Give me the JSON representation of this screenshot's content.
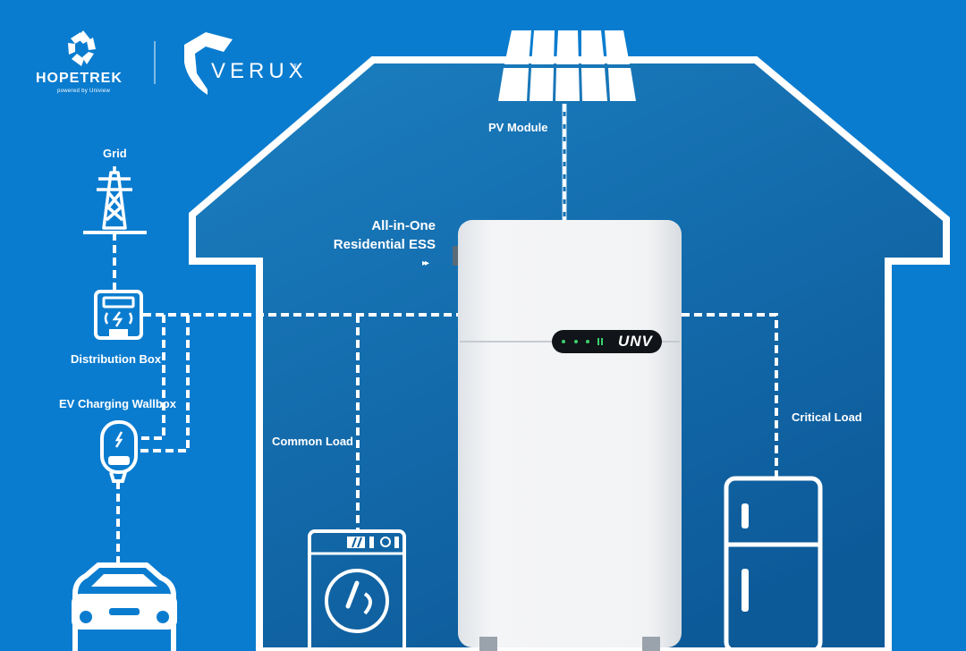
{
  "brand": {
    "hopetrek_name": "HOPETREK",
    "hopetrek_tagline": "powered by Uniview",
    "verux_name": "VERUX",
    "verux_mark": "®"
  },
  "labels": {
    "pv_module": "PV Module",
    "grid": "Grid",
    "distribution_box": "Distribution Box",
    "ev_wallbox": "EV Charging Wallbox",
    "common_load": "Common Load",
    "critical_load": "Critical Load",
    "ess_line1": "All-in-One",
    "ess_line2": "Residential ESS",
    "ess_arrows": "▸▸",
    "ess_brand": "UNV"
  },
  "colors": {
    "background": "#0a7ccf",
    "house_inner_top": "#1b76b4",
    "house_inner_bottom": "#0f5d9d",
    "outline": "#ffffff",
    "ess_body": "#eef0f2",
    "ess_panel": "#111418"
  },
  "icons": [
    "hopetrek-logo-icon",
    "verux-shield-icon",
    "solar-panel-icon",
    "transmission-tower-icon",
    "distribution-box-icon",
    "ev-charger-icon",
    "car-icon",
    "washing-machine-icon",
    "refrigerator-icon",
    "ess-cabinet-icon"
  ]
}
